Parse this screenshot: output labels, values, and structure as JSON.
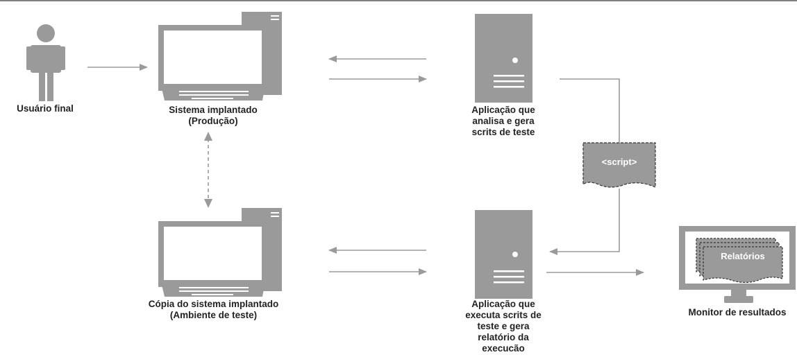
{
  "nodes": {
    "user": {
      "label": "Usuário final"
    },
    "production": {
      "label_line1": "Sistema  implantado",
      "label_line2": "(Produção)"
    },
    "test_copy": {
      "label_line1": "Cópia do sistema implantado",
      "label_line2": "(Ambiente de teste)"
    },
    "analyzer": {
      "lines": [
        "Aplicação que",
        "analisa e gera",
        "scrits de teste"
      ]
    },
    "executor": {
      "lines": [
        "Aplicação que",
        "executa scrits de",
        "teste e gera",
        "relatório da",
        "execucão"
      ]
    },
    "monitor": {
      "label": "Monitor de resultados",
      "screen_text": "Relatórios"
    },
    "script_doc": {
      "text": "<script>"
    }
  },
  "colors": {
    "device_gray": "#9a9a9a",
    "arrow_gray": "#9a9a9a",
    "text": "#222222"
  }
}
